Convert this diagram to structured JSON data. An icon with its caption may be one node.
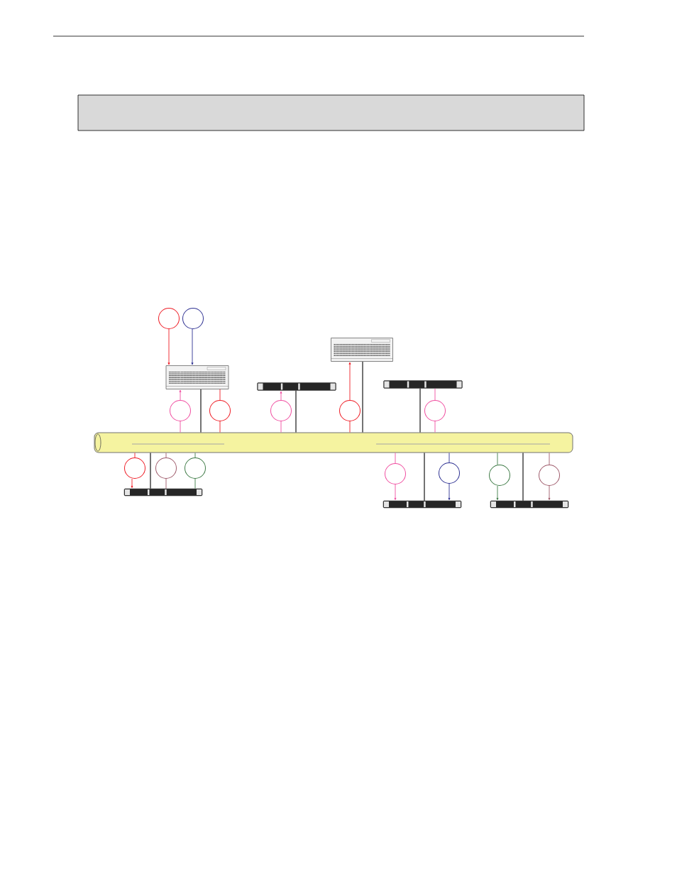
{
  "diagram": {
    "nodes": [
      {
        "text": [],
        "shape": "circle"
      },
      {
        "text": [],
        "shape": "circle"
      },
      {
        "text": [],
        "shape": "box"
      },
      {
        "text": [],
        "shape": "box"
      },
      {
        "text": [],
        "shape": "bar"
      },
      {
        "text": [],
        "shape": "bar"
      },
      {
        "text": [],
        "shape": "circle"
      },
      {
        "text": [],
        "shape": "circle"
      },
      {
        "text": [],
        "shape": "circle"
      },
      {
        "text": [],
        "shape": "circle"
      },
      {
        "text": [],
        "shape": "circle"
      },
      {
        "text": [],
        "shape": "cylinder"
      },
      {
        "text": [],
        "shape": "circle"
      },
      {
        "text": [],
        "shape": "circle"
      },
      {
        "text": [],
        "shape": "circle"
      },
      {
        "text": [],
        "shape": "circle"
      },
      {
        "text": [],
        "shape": "circle"
      },
      {
        "text": [],
        "shape": "circle"
      },
      {
        "text": [],
        "shape": "circle"
      },
      {
        "text": [],
        "shape": "bar"
      },
      {
        "text": [],
        "shape": "bar"
      },
      {
        "text": [],
        "shape": "bar"
      },
      {
        "text": [],
        "shape": "box"
      }
    ],
    "edges": [
      {
        "from": 0,
        "to": 2,
        "arrow": "to",
        "color": "#ee1c25"
      },
      {
        "from": 1,
        "to": 2,
        "arrow": "to",
        "color": "#2e3192"
      },
      {
        "from": 6,
        "to": 2,
        "arrow": "to",
        "color": "#f04ea0"
      },
      {
        "from": 7,
        "to": 2,
        "arrow": "none",
        "color": "#ee1c25"
      },
      {
        "from": 11,
        "to": 6,
        "arrow": "none",
        "color": "#f04ea0"
      },
      {
        "from": 11,
        "to": 7,
        "arrow": "none",
        "color": "#ee1c25"
      },
      {
        "from": 2,
        "to": 11,
        "arrow": "none",
        "color": "#000000"
      },
      {
        "from": 8,
        "to": 4,
        "arrow": "to",
        "color": "#f04ea0"
      },
      {
        "from": 11,
        "to": 8,
        "arrow": "none",
        "color": "#f04ea0"
      },
      {
        "from": 4,
        "to": 11,
        "arrow": "none",
        "color": "#000000"
      },
      {
        "from": 9,
        "to": 3,
        "arrow": "to",
        "color": "#ee1c25"
      },
      {
        "from": 11,
        "to": 9,
        "arrow": "none",
        "color": "#ee1c25"
      },
      {
        "from": 3,
        "to": 11,
        "arrow": "none",
        "color": "#000000"
      },
      {
        "from": 5,
        "to": 11,
        "arrow": "none",
        "color": "#000000"
      },
      {
        "from": 10,
        "to": 5,
        "arrow": "none",
        "color": "#f04ea0"
      },
      {
        "from": 11,
        "to": 10,
        "arrow": "none",
        "color": "#f04ea0"
      },
      {
        "from": 11,
        "to": 12,
        "arrow": "none",
        "color": "#ee1c25"
      },
      {
        "from": 12,
        "to": 19,
        "arrow": "to",
        "color": "#ee1c25"
      },
      {
        "from": 11,
        "to": 19,
        "arrow": "none",
        "color": "#000000"
      },
      {
        "from": 11,
        "to": 13,
        "arrow": "none",
        "color": "#9e5a6a"
      },
      {
        "from": 13,
        "to": 19,
        "arrow": "none",
        "color": "#9e5a6a"
      },
      {
        "from": 11,
        "to": 14,
        "arrow": "none",
        "color": "#3d7a45"
      },
      {
        "from": 14,
        "to": 19,
        "arrow": "none",
        "color": "#3d7a45"
      },
      {
        "from": 11,
        "to": 15,
        "arrow": "none",
        "color": "#f04ea0"
      },
      {
        "from": 15,
        "to": 20,
        "arrow": "to",
        "color": "#f04ea0"
      },
      {
        "from": 11,
        "to": 20,
        "arrow": "none",
        "color": "#000000"
      },
      {
        "from": 11,
        "to": 16,
        "arrow": "none",
        "color": "#2e3192"
      },
      {
        "from": 16,
        "to": 20,
        "arrow": "to",
        "color": "#2e3192"
      },
      {
        "from": 11,
        "to": 17,
        "arrow": "none",
        "color": "#3d7a45"
      },
      {
        "from": 17,
        "to": 21,
        "arrow": "to",
        "color": "#3d7a45"
      },
      {
        "from": 11,
        "to": 21,
        "arrow": "none",
        "color": "#000000"
      },
      {
        "from": 11,
        "to": 18,
        "arrow": "none",
        "color": "#9e5a6a"
      },
      {
        "from": 18,
        "to": 21,
        "arrow": "to",
        "color": "#9e5a6a"
      }
    ]
  }
}
